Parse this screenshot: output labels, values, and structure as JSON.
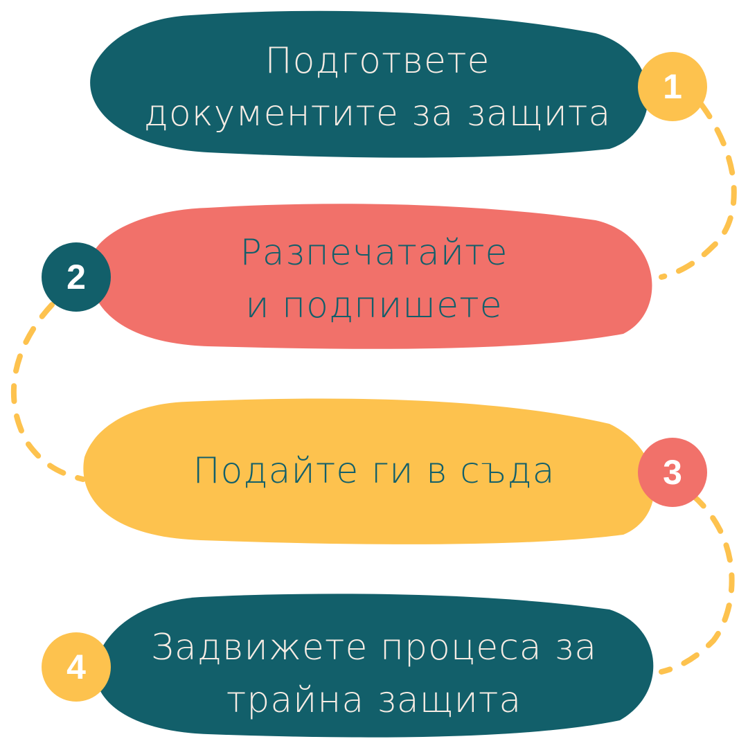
{
  "colors": {
    "teal": "#125f6a",
    "coral": "#f1716a",
    "yellow": "#fdc24e",
    "text_light": "#f6ece4",
    "text_dark": "#125f6a",
    "badge_text": "#ffffff"
  },
  "steps": [
    {
      "number": "1",
      "line1": "Подгответе",
      "line2": "документите за защита",
      "fill": "teal",
      "badge": "yellow"
    },
    {
      "number": "2",
      "line1": "Разпечатайте",
      "line2": "и подпишете",
      "fill": "coral",
      "badge": "teal"
    },
    {
      "number": "3",
      "line1": "Подайте ги в съда",
      "line2": "",
      "fill": "yellow",
      "badge": "coral"
    },
    {
      "number": "4",
      "line1": "Задвижете процеса за",
      "line2": "трайна защита",
      "fill": "teal",
      "badge": "yellow"
    }
  ]
}
